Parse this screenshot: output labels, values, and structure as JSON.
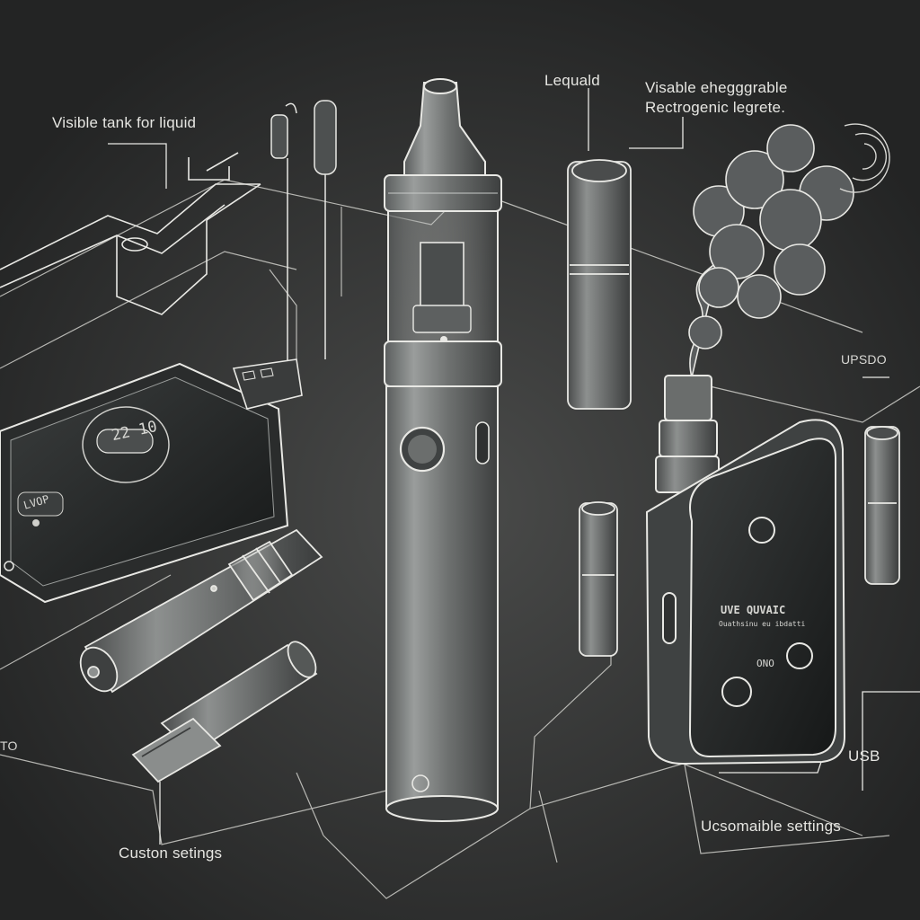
{
  "labels": {
    "tank": "Visible tank for liquid",
    "liquid": "Lequald",
    "rechargeable_line1": "Visable ehegggrable",
    "rechargeable_line2": "Rectrogenic legrete.",
    "usb": "USB",
    "custom_settings": "Custon setings",
    "customizable_settings": "Ucsomaible settings",
    "edge_left": "TO",
    "edge_right": "UPSDO"
  },
  "phone": {
    "display_value": "22 10",
    "mode": "LVOP"
  },
  "box_mod": {
    "title": "UVE QUVAIC",
    "subtitle": "Ouathsinu eu ibdatti",
    "readout": "ONO"
  },
  "colors": {
    "background": "#2b2c2c",
    "line_art": "#e8e8e4",
    "metal": "#6f7272",
    "screen": "#1f2222",
    "vapor": "#5a5d5e"
  }
}
